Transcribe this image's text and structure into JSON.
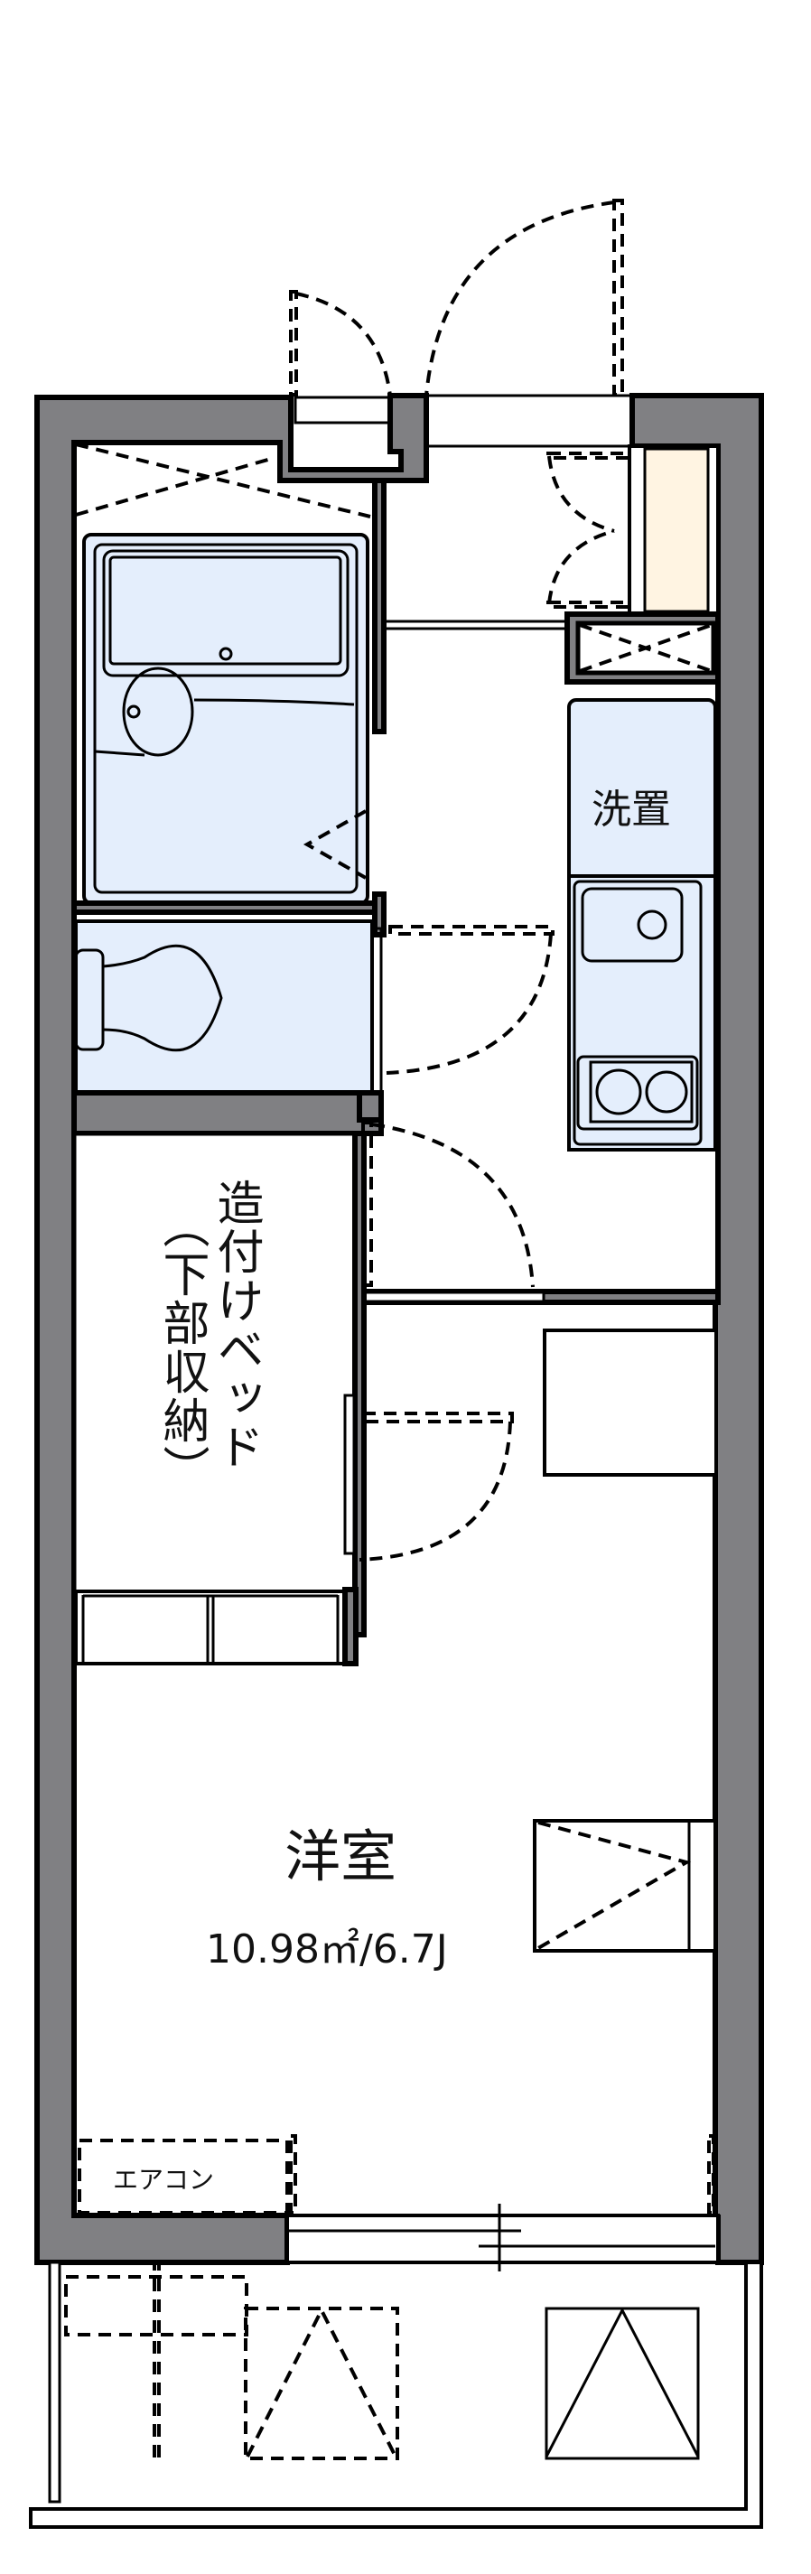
{
  "plan": {
    "colors": {
      "wall": "#808083",
      "wet_area": "#e4eefc",
      "shoe_cabinet": "#fff4e2",
      "line": "#000000",
      "background": "#ffffff"
    },
    "labels": {
      "washer": "洗置",
      "bed_main": "造付けベッド",
      "bed_sub": "（下部収納）",
      "room_name": "洋室",
      "room_area": "10.98㎡/6.7J",
      "aircon": "エアコン"
    },
    "fixtures": [
      "entrance-door",
      "meter-box-door",
      "shoe-cabinet",
      "unit-bath",
      "toilet",
      "washer-space",
      "kitchen-sink",
      "two-burner-stove",
      "fridge-space",
      "built-in-bed",
      "closet",
      "sliding-window",
      "balcony"
    ]
  }
}
